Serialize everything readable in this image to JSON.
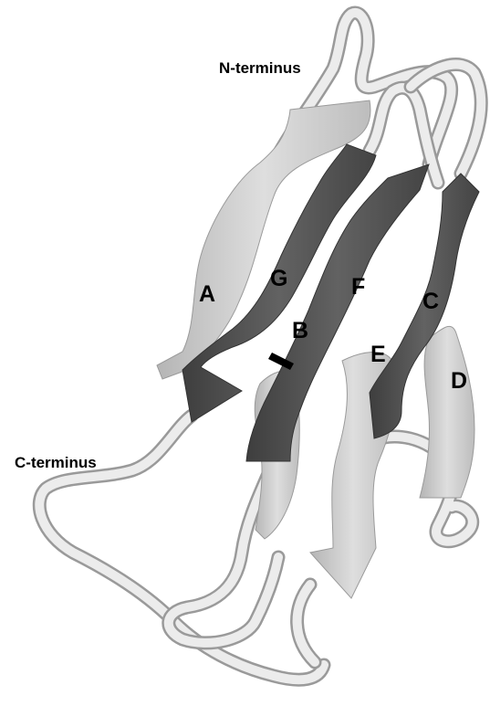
{
  "labels": {
    "n_terminus": "N-terminus",
    "c_terminus": "C-terminus",
    "strands": {
      "A": "A",
      "B": "B",
      "C": "C",
      "D": "D",
      "E": "E",
      "F": "F",
      "G": "G"
    }
  },
  "colors": {
    "background": "#ffffff",
    "dark_strand": "#555555",
    "light_strand": "#c9c9c9",
    "coil": "#e6e6e6",
    "coil_outline": "#9a9a9a",
    "marker": "#000000"
  }
}
